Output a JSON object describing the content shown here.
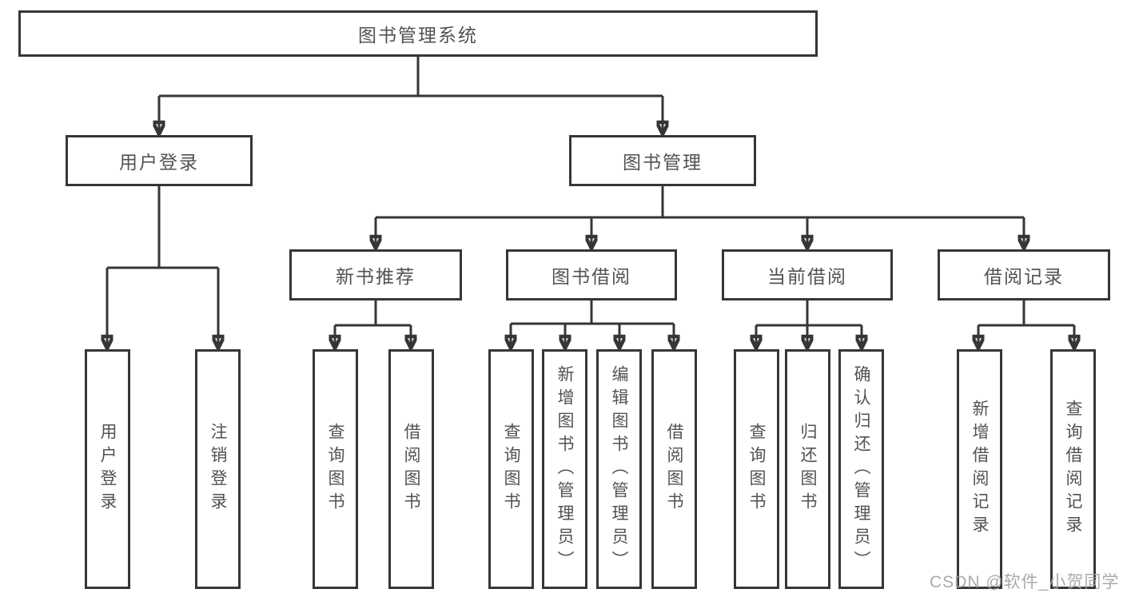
{
  "tree": {
    "root": {
      "label": "图书管理系统"
    },
    "l2": [
      {
        "label": "用户登录",
        "children": [
          {
            "label": "用户登录"
          },
          {
            "label": "注销登录"
          }
        ]
      },
      {
        "label": "图书管理",
        "children": [
          {
            "label": "新书推荐",
            "children": [
              {
                "label": "查询图书"
              },
              {
                "label": "借阅图书"
              }
            ]
          },
          {
            "label": "图书借阅",
            "children": [
              {
                "label": "查询图书"
              },
              {
                "label": "新增图书（管理员）"
              },
              {
                "label": "编辑图书（管理员）"
              },
              {
                "label": "借阅图书"
              }
            ]
          },
          {
            "label": "当前借阅",
            "children": [
              {
                "label": "查询图书"
              },
              {
                "label": "归还图书"
              },
              {
                "label": "确认归还（管理员）"
              }
            ]
          },
          {
            "label": "借阅记录",
            "children": [
              {
                "label": "新增借阅记录"
              },
              {
                "label": "查询借阅记录"
              }
            ]
          }
        ]
      }
    ]
  },
  "watermark": {
    "text": "CSDN @软件_小贺同学"
  },
  "colors": {
    "line": "#363636",
    "text": "#525252",
    "watermark": "#a3a3a3",
    "background": "#ffffff"
  }
}
